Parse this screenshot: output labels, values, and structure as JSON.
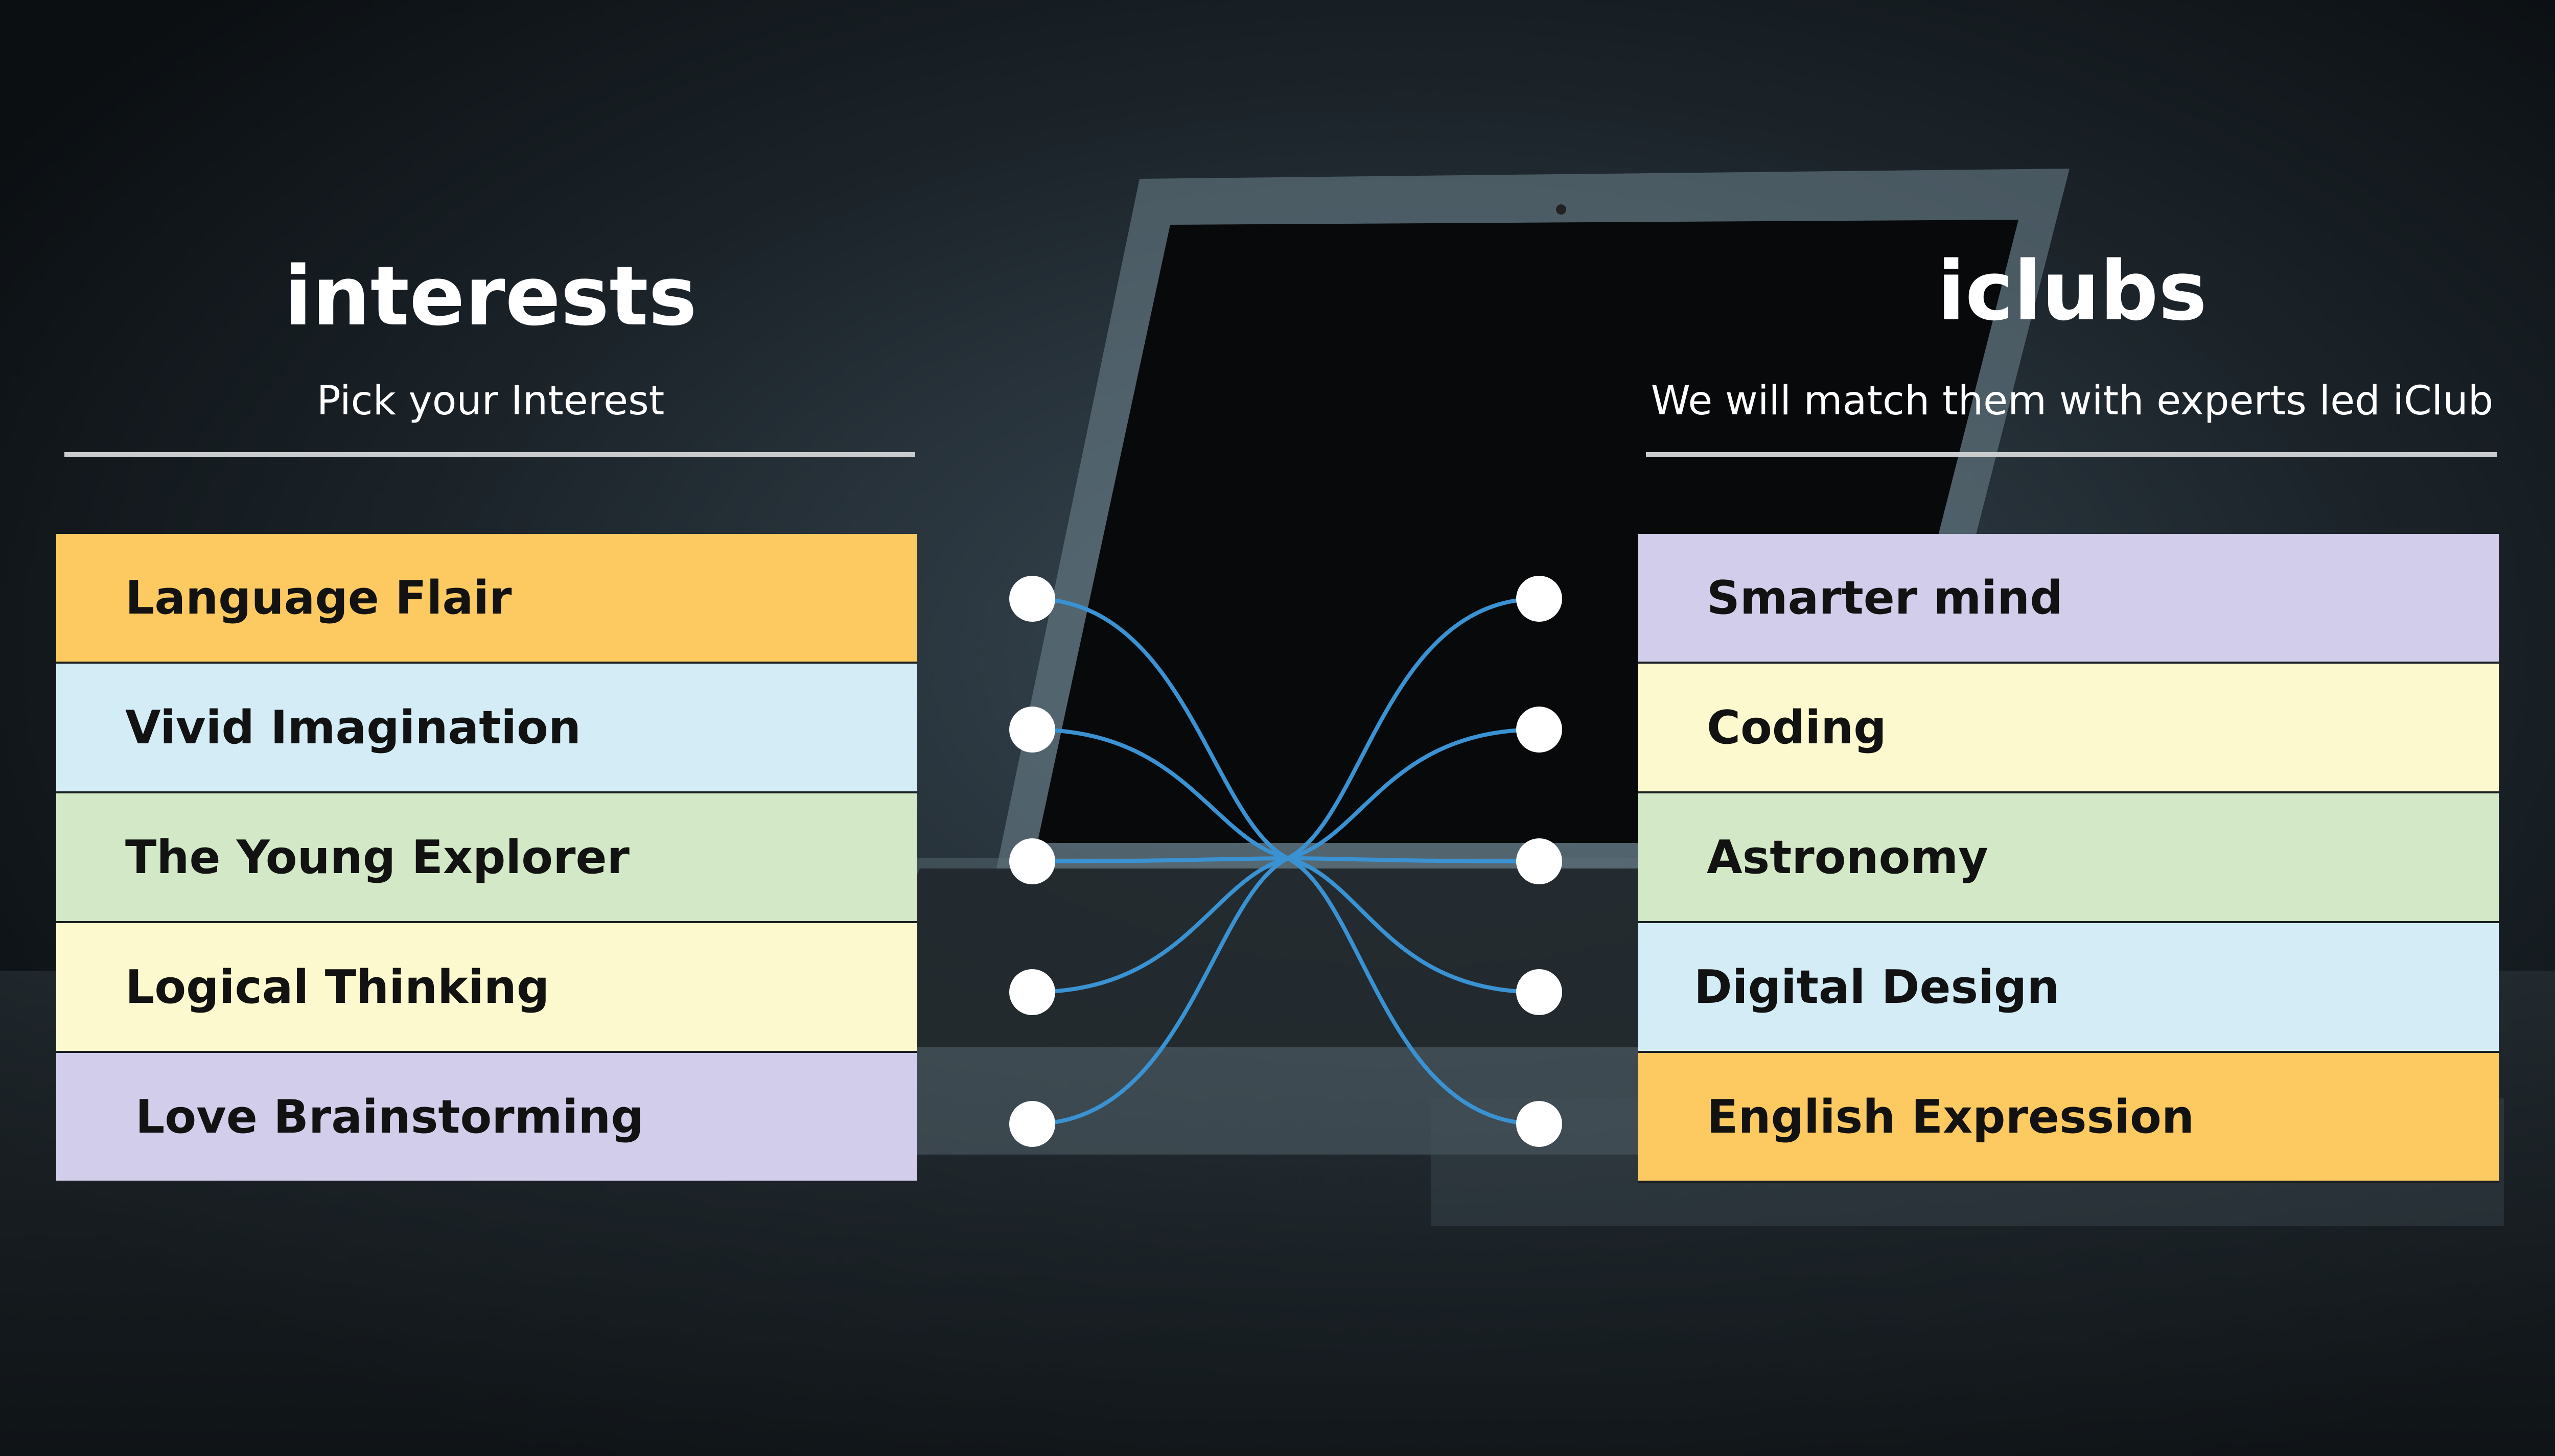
{
  "interests": {
    "title": "interests",
    "subtitle": "Pick your Interest",
    "items": [
      {
        "label": "Language Flair",
        "color": "#fdc961"
      },
      {
        "label": "Vivid Imagination",
        "color": "#d4ecf6"
      },
      {
        "label": "The Young Explorer",
        "color": "#d2e8c6"
      },
      {
        "label": "Logical Thinking",
        "color": "#fcf9ce"
      },
      {
        "label": "Love Brainstorming",
        "color": "#d1cdea"
      }
    ]
  },
  "iclubs": {
    "title": "iclubs",
    "subtitle": "We will match them with experts led iClub",
    "items": [
      {
        "label": "Smarter mind",
        "color": "#d1cdea"
      },
      {
        "label": "Coding",
        "color": "#fcf9ce"
      },
      {
        "label": "Astronomy",
        "color": "#d2e8c6"
      },
      {
        "label": "Digital Design",
        "color": "#d4ecf6"
      },
      {
        "label": "English Expression",
        "color": "#fdc961"
      }
    ]
  },
  "colors": {
    "connector_line": "#3a92d2",
    "connector_dot": "#ffffff",
    "rule": "#c9cbcd"
  }
}
